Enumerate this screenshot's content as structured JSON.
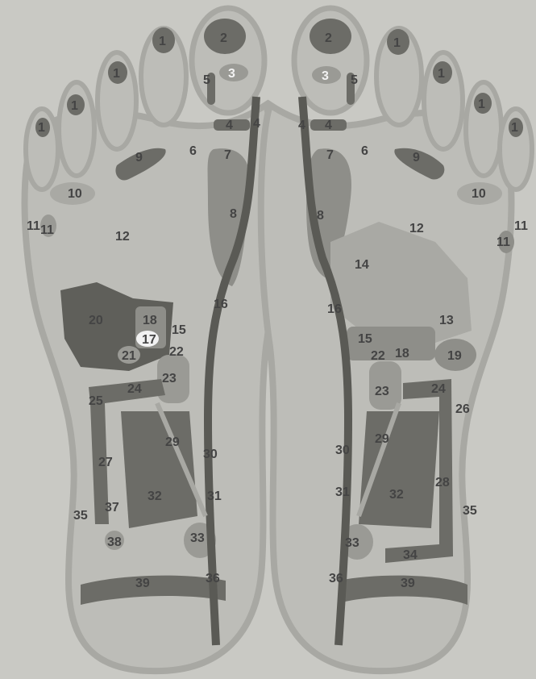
{
  "palette": {
    "paper": "#c9c9c4",
    "foot_outline": "#b0b0ab",
    "foot_fill": "#bdbdb8",
    "zone_light": "#a9a9a4",
    "zone_mid": "#8e8e89",
    "zone_dark": "#5f5f5a",
    "label_dark": "#444444",
    "label_light": "#f2f2f2"
  },
  "left_foot": {
    "labels": [
      "1",
      "1",
      "1",
      "1",
      "2",
      "3",
      "5",
      "4",
      "4",
      "6",
      "7",
      "9",
      "10",
      "11",
      "11",
      "12",
      "8",
      "16",
      "20",
      "18",
      "17",
      "15",
      "21",
      "22",
      "23",
      "24",
      "25",
      "29",
      "30",
      "27",
      "37",
      "32",
      "31",
      "35",
      "38",
      "33",
      "36",
      "39"
    ]
  },
  "right_foot": {
    "labels": [
      "2",
      "1",
      "1",
      "1",
      "1",
      "3",
      "5",
      "4",
      "4",
      "6",
      "7",
      "9",
      "10",
      "11",
      "11",
      "12",
      "8",
      "14",
      "16",
      "13",
      "15",
      "22",
      "18",
      "19",
      "23",
      "24",
      "26",
      "29",
      "30",
      "28",
      "32",
      "31",
      "35",
      "33",
      "34",
      "36",
      "39"
    ]
  }
}
